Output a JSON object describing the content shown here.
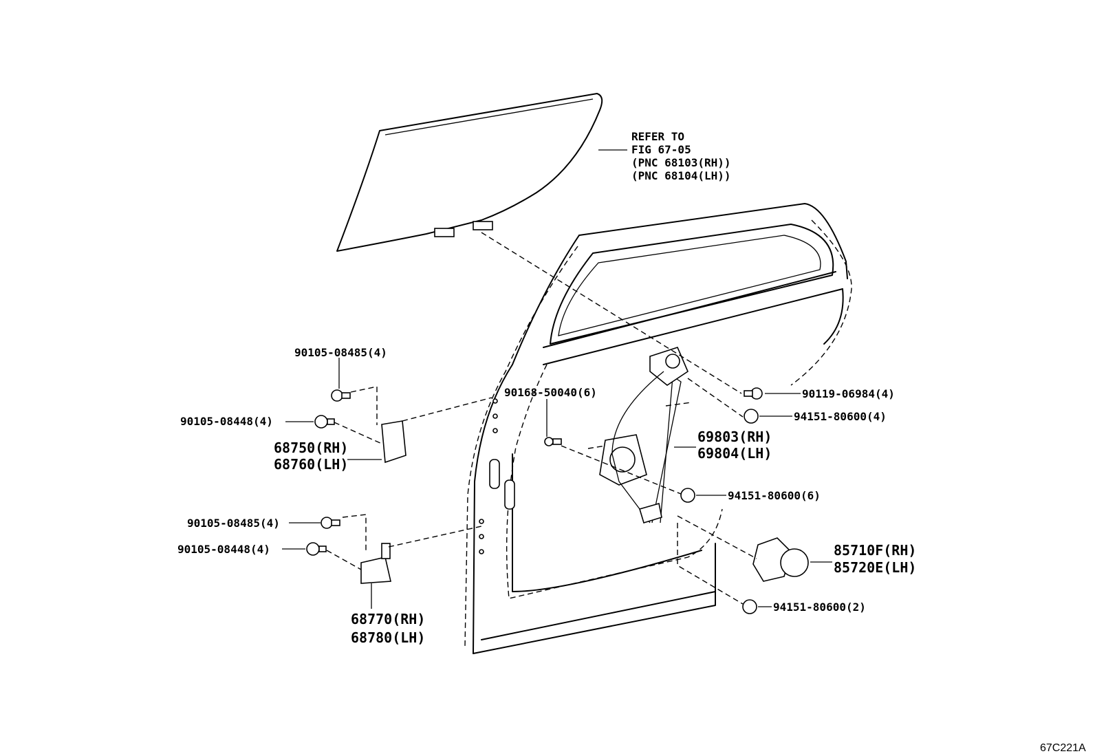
{
  "figure_id": "67C221A",
  "refer": {
    "lines": [
      "REFER TO",
      "FIG 67-05",
      "(PNC 68103(RH))",
      "(PNC 68104(LH))"
    ]
  },
  "callouts": {
    "bolt_90105_08485_upper": "90105-08485(4)",
    "nut_90105_08448_upper": "90105-08448(4)",
    "hinge_upper_rh": "68750(RH)",
    "hinge_upper_lh": "68760(LH)",
    "bolt_90105_08485_lower": "90105-08485(4)",
    "nut_90105_08448_lower": "90105-08448(4)",
    "hinge_lower_rh": "68770(RH)",
    "hinge_lower_lh": "68780(LH)",
    "bolt_90168_50040": "90168-50040(6)",
    "bolt_90119_06984": "90119-06984(4)",
    "nut_94151_80600_4": "94151-80600(4)",
    "regulator_rh": "69803(RH)",
    "regulator_lh": "69804(LH)",
    "nut_94151_80600_6": "94151-80600(6)",
    "motor_rh": "85710F(RH)",
    "motor_lh": "85720E(LH)",
    "nut_94151_80600_2": "94151-80600(2)"
  }
}
